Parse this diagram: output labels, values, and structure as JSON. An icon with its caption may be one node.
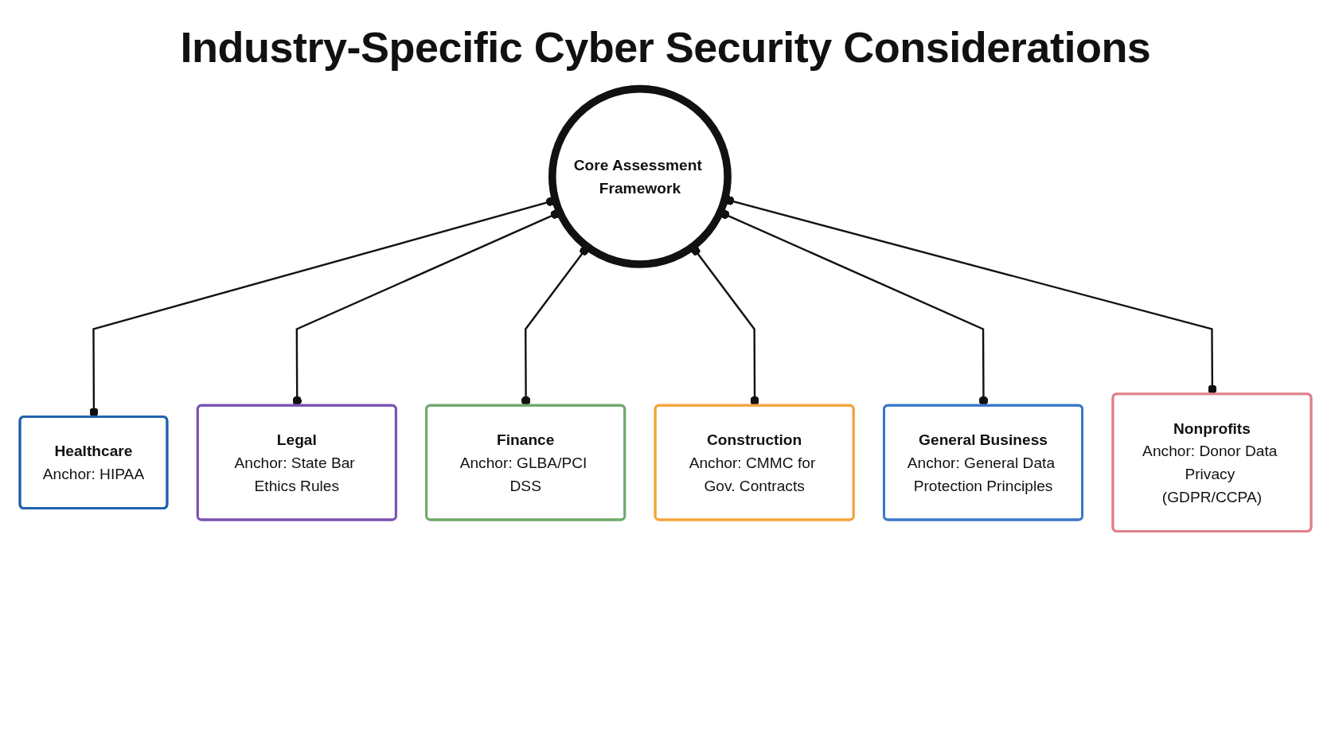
{
  "diagram": {
    "title": "Industry-Specific Cyber Security Considerations",
    "nodes": [
      {
        "text": [
          "Core Assessment Framework"
        ]
      },
      {
        "text": [
          "Healthcare",
          "Anchor: HIPAA"
        ]
      },
      {
        "text": [
          "Legal",
          "Anchor: State Bar Ethics Rules"
        ]
      },
      {
        "text": [
          "Finance",
          "Anchor: GLBA/PCI DSS"
        ]
      },
      {
        "text": [
          "Construction",
          "Anchor: CMMC for Gov. Contracts"
        ]
      },
      {
        "text": [
          "General Business",
          "Anchor: General Data Protection Principles"
        ]
      },
      {
        "text": [
          "Nonprofits",
          "Anchor: Donor Data Privacy (GDPR/CCPA)"
        ]
      }
    ],
    "edges": [
      {
        "from": 0,
        "to": 1,
        "arrow": "other"
      },
      {
        "from": 0,
        "to": 2,
        "arrow": "other"
      },
      {
        "from": 0,
        "to": 3,
        "arrow": "other"
      },
      {
        "from": 0,
        "to": 4,
        "arrow": "other"
      },
      {
        "from": 0,
        "to": 5,
        "arrow": "other"
      },
      {
        "from": 0,
        "to": 6,
        "arrow": "other"
      }
    ]
  }
}
